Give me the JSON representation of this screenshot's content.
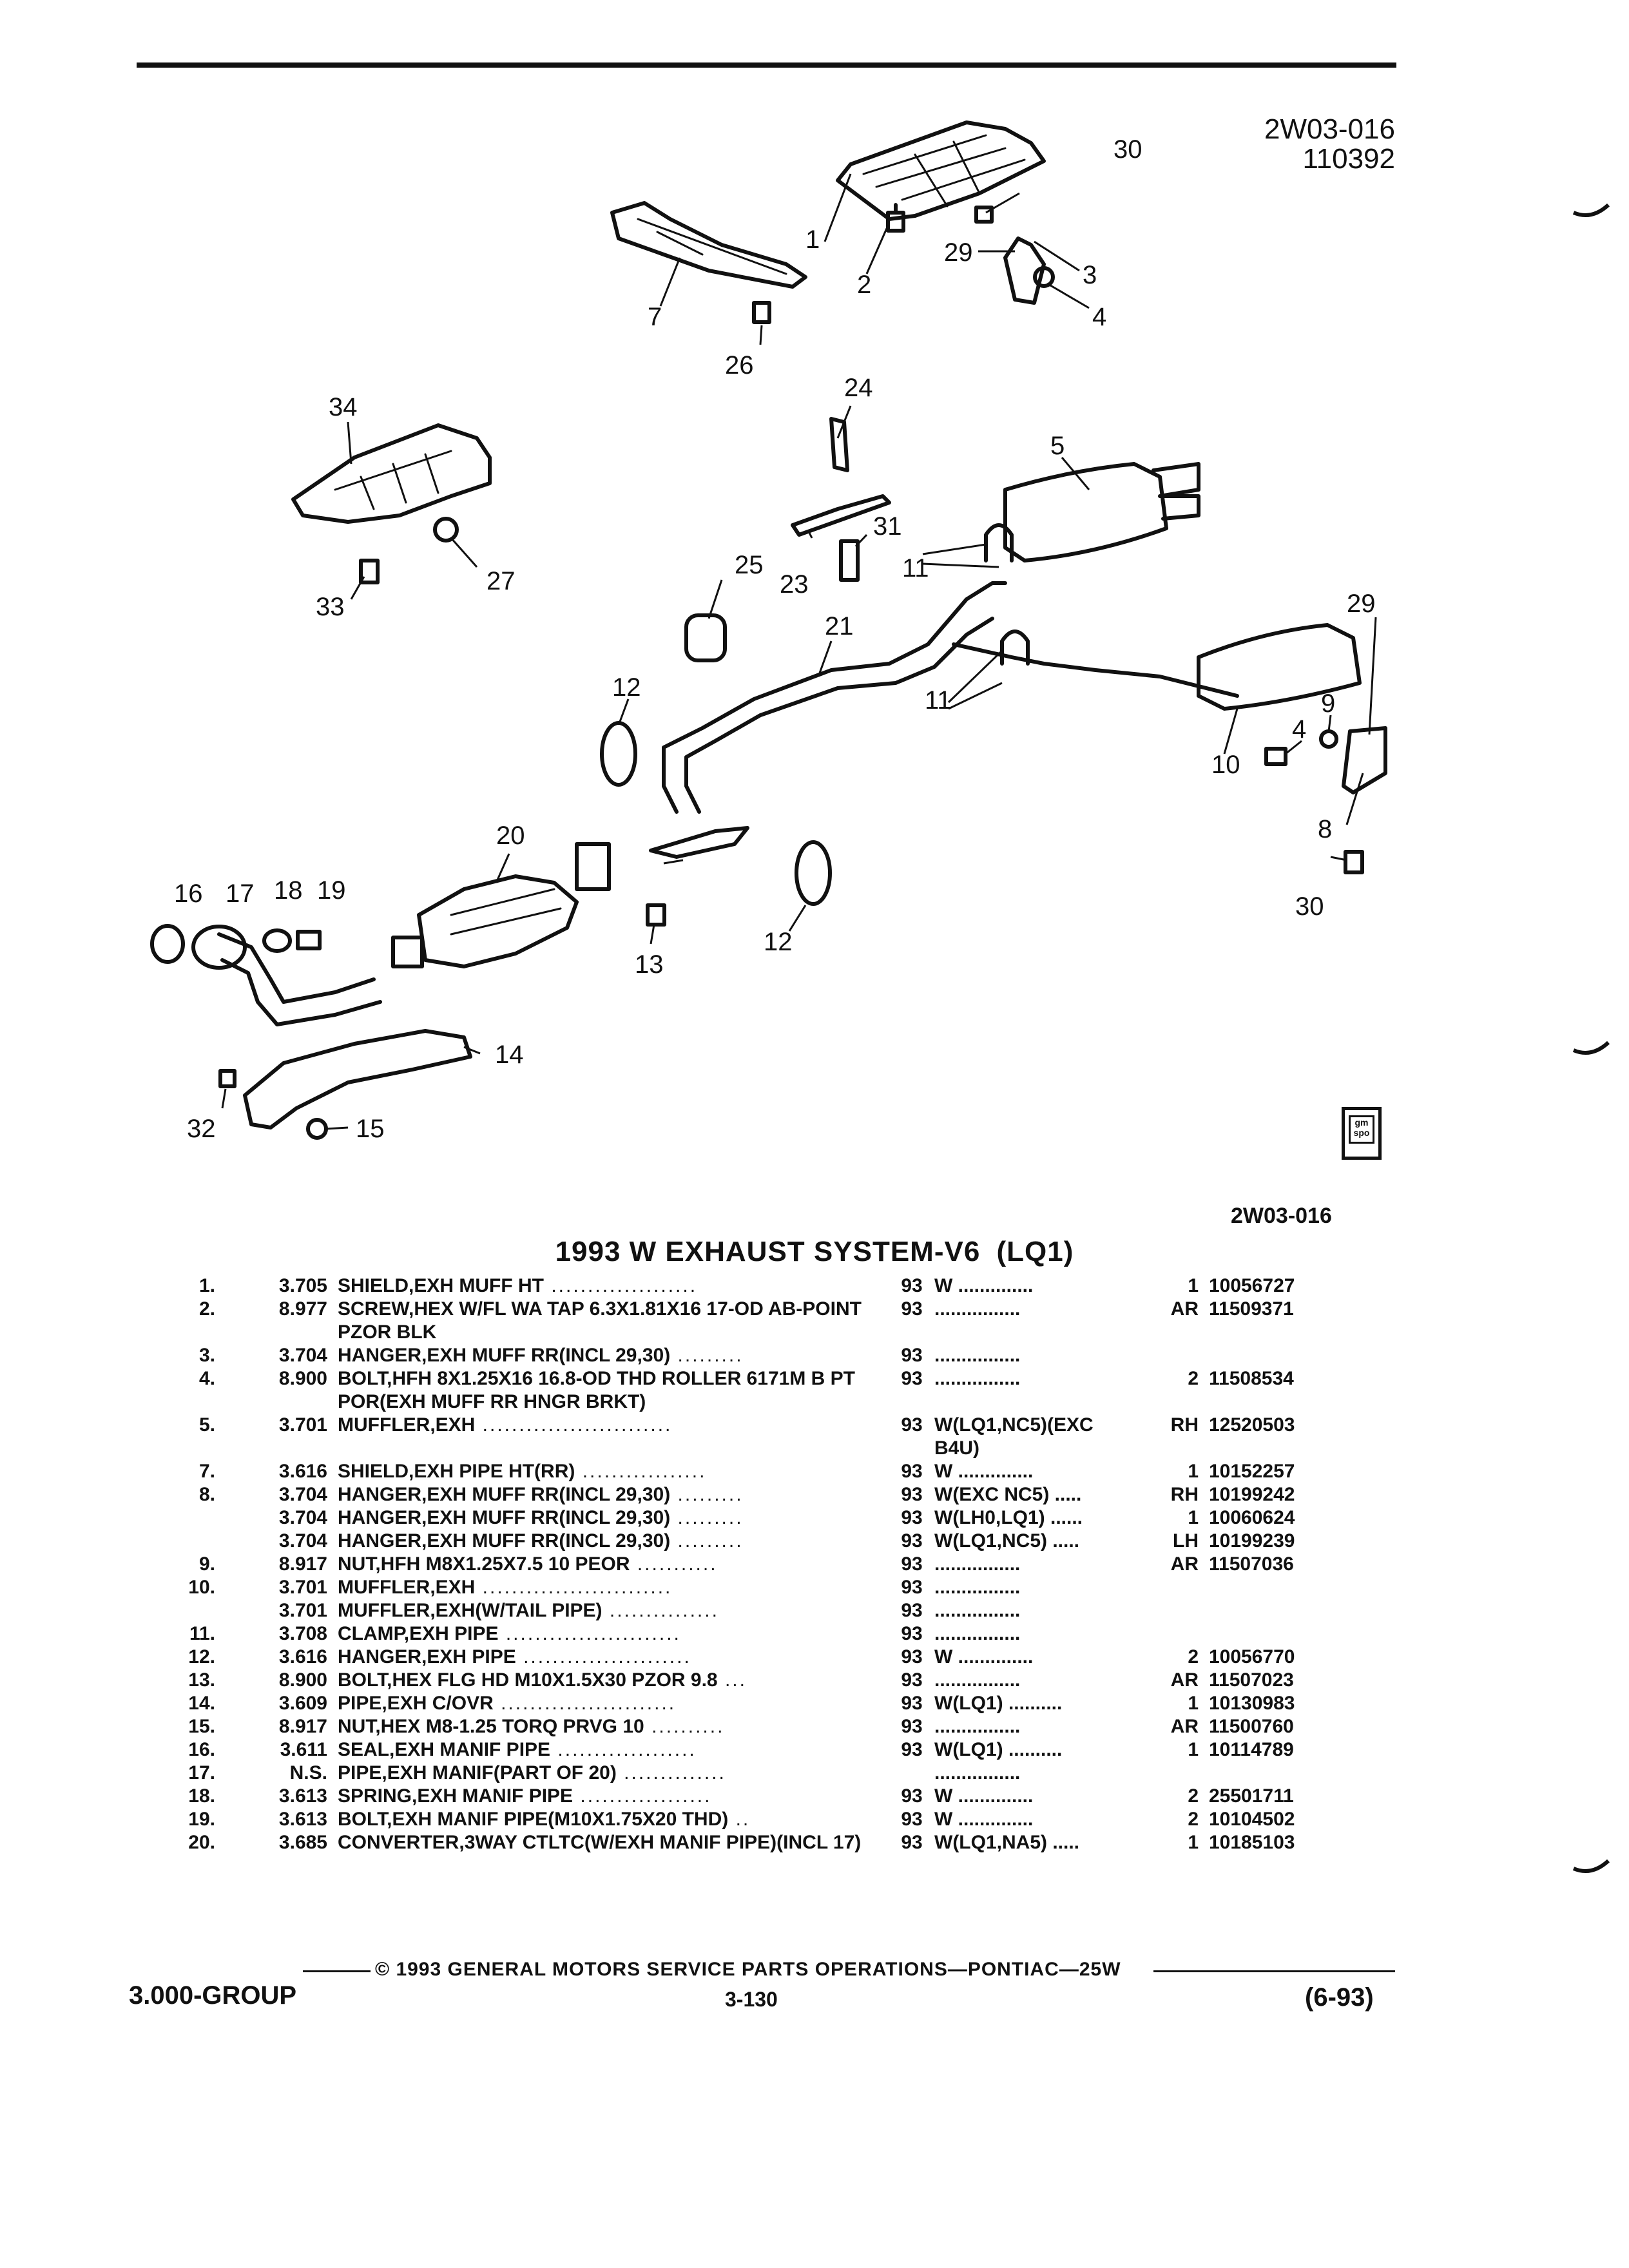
{
  "header": {
    "figure_code": "2W03-016",
    "figure_date": "110392"
  },
  "diagram": {
    "callouts": [
      "1",
      "2",
      "3",
      "4",
      "5",
      "7",
      "8",
      "9",
      "10",
      "11",
      "11",
      "12",
      "12",
      "13",
      "14",
      "15",
      "16",
      "17",
      "18",
      "19",
      "20",
      "21",
      "23",
      "24",
      "25",
      "26",
      "27",
      "29",
      "29",
      "30",
      "30",
      "31",
      "32",
      "33",
      "34",
      "4"
    ],
    "badge_text": "gm spo",
    "ref_code": "2W03-016"
  },
  "parts": {
    "title": "1993 W EXHAUST SYSTEM-V6",
    "title_engine": "(LQ1)",
    "rows": [
      {
        "no": "1.",
        "group": "3.705",
        "name": "SHIELD",
        "desc": ",EXH MUFF HT",
        "lead": " ....................",
        "year": "93",
        "usage": "W ..............",
        "qty": "1",
        "part": "10056727"
      },
      {
        "no": "2.",
        "group": "8.977",
        "name": "SCREW",
        "desc": ",HEX W/FL WA TAP 6.3X1.81X16 17-OD AB-POINT PZOR BLK",
        "lead": "",
        "year": "93",
        "usage": "................",
        "qty": "AR",
        "part": "11509371"
      },
      {
        "no": "3.",
        "group": "3.704",
        "name": "HANGER",
        "desc": ",EXH MUFF RR(INCL 29,30)",
        "lead": " .........",
        "year": "93",
        "usage": "................",
        "qty": "",
        "part": ""
      },
      {
        "no": "4.",
        "group": "8.900",
        "name": "BOLT",
        "desc": ",HFH 8X1.25X16 16.8-OD THD ROLLER 6171M B PT POR(EXH MUFF RR HNGR BRKT)",
        "lead": "",
        "year": "93",
        "usage": "................",
        "qty": "2",
        "part": "11508534"
      },
      {
        "no": "5.",
        "group": "3.701",
        "name": "MUFFLER",
        "desc": ",EXH",
        "lead": " ..........................",
        "year": "93",
        "usage": "W(LQ1,NC5)(EXC B4U)",
        "qty": "RH",
        "part": "12520503"
      },
      {
        "no": "7.",
        "group": "3.616",
        "name": "SHIELD",
        "desc": ",EXH PIPE HT(RR)",
        "lead": " .................",
        "year": "93",
        "usage": "W ..............",
        "qty": "1",
        "part": "10152257"
      },
      {
        "no": "8.",
        "group": "3.704",
        "name": "HANGER",
        "desc": ",EXH MUFF RR(INCL 29,30)",
        "lead": " .........",
        "year": "93",
        "usage": "W(EXC NC5) .....",
        "qty": "RH",
        "part": "10199242"
      },
      {
        "no": "",
        "group": "3.704",
        "name": "HANGER",
        "desc": ",EXH MUFF RR(INCL 29,30)",
        "lead": " .........",
        "year": "93",
        "usage": "W(LH0,LQ1) ......",
        "qty": "1",
        "part": "10060624"
      },
      {
        "no": "",
        "group": "3.704",
        "name": "HANGER",
        "desc": ",EXH MUFF RR(INCL 29,30)",
        "lead": " .........",
        "year": "93",
        "usage": "W(LQ1,NC5) .....",
        "qty": "LH",
        "part": "10199239"
      },
      {
        "no": "9.",
        "group": "8.917",
        "name": "NUT",
        "desc": ",HFH M8X1.25X7.5 10 PEOR",
        "lead": " ...........",
        "year": "93",
        "usage": "................",
        "qty": "AR",
        "part": "11507036"
      },
      {
        "no": "10.",
        "group": "3.701",
        "name": "MUFFLER",
        "desc": ",EXH",
        "lead": " ..........................",
        "year": "93",
        "usage": "................",
        "qty": "",
        "part": ""
      },
      {
        "no": "",
        "group": "3.701",
        "name": "MUFFLER",
        "desc": ",EXH(W/TAIL PIPE)",
        "lead": " ...............",
        "year": "93",
        "usage": "................",
        "qty": "",
        "part": ""
      },
      {
        "no": "11.",
        "group": "3.708",
        "name": "CLAMP",
        "desc": ",EXH PIPE",
        "lead": " ........................",
        "year": "93",
        "usage": "................",
        "qty": "",
        "part": ""
      },
      {
        "no": "12.",
        "group": "3.616",
        "name": "HANGER",
        "desc": ",EXH PIPE",
        "lead": " .......................",
        "year": "93",
        "usage": "W ..............",
        "qty": "2",
        "part": "10056770"
      },
      {
        "no": "13.",
        "group": "8.900",
        "name": "BOLT",
        "desc": ",HEX FLG HD M10X1.5X30 PZOR 9.8",
        "lead": " ...",
        "year": "93",
        "usage": "................",
        "qty": "AR",
        "part": "11507023"
      },
      {
        "no": "14.",
        "group": "3.609",
        "name": "PIPE",
        "desc": ",EXH C/OVR",
        "lead": " ........................",
        "year": "93",
        "usage": "W(LQ1) ..........",
        "qty": "1",
        "part": "10130983"
      },
      {
        "no": "15.",
        "group": "8.917",
        "name": "NUT",
        "desc": ",HEX M8-1.25 TORQ PRVG 10",
        "lead": " ..........",
        "year": "93",
        "usage": "................",
        "qty": "AR",
        "part": "11500760"
      },
      {
        "no": "16.",
        "group": "3.611",
        "name": "SEAL",
        "desc": ",EXH MANIF PIPE",
        "lead": " ...................",
        "year": "93",
        "usage": "W(LQ1) ..........",
        "qty": "1",
        "part": "10114789"
      },
      {
        "no": "17.",
        "group": "N.S.",
        "name": "PIPE",
        "desc": ",EXH MANIF(PART OF 20)",
        "lead": " ..............",
        "year": "",
        "usage": "................",
        "qty": "",
        "part": ""
      },
      {
        "no": "18.",
        "group": "3.613",
        "name": "SPRING",
        "desc": ",EXH MANIF PIPE",
        "lead": " ..................",
        "year": "93",
        "usage": "W ..............",
        "qty": "2",
        "part": "25501711"
      },
      {
        "no": "19.",
        "group": "3.613",
        "name": "BOLT",
        "desc": ",EXH MANIF PIPE(M10X1.75X20 THD)",
        "lead": " ..",
        "year": "93",
        "usage": "W ..............",
        "qty": "2",
        "part": "10104502"
      },
      {
        "no": "20.",
        "group": "3.685",
        "name": "CONVERTER",
        "desc": ",3WAY CTLTC(W/EXH MANIF PIPE)(INCL 17)",
        "lead": "",
        "year": "93",
        "usage": "W(LQ1,NA5) .....",
        "qty": "1",
        "part": "10185103"
      }
    ]
  },
  "footer": {
    "group": "3.000-GROUP",
    "copyright": "© 1993 GENERAL MOTORS SERVICE PARTS OPERATIONS—PONTIAC—25W",
    "page": "3-130",
    "revision": "(6-93)"
  }
}
